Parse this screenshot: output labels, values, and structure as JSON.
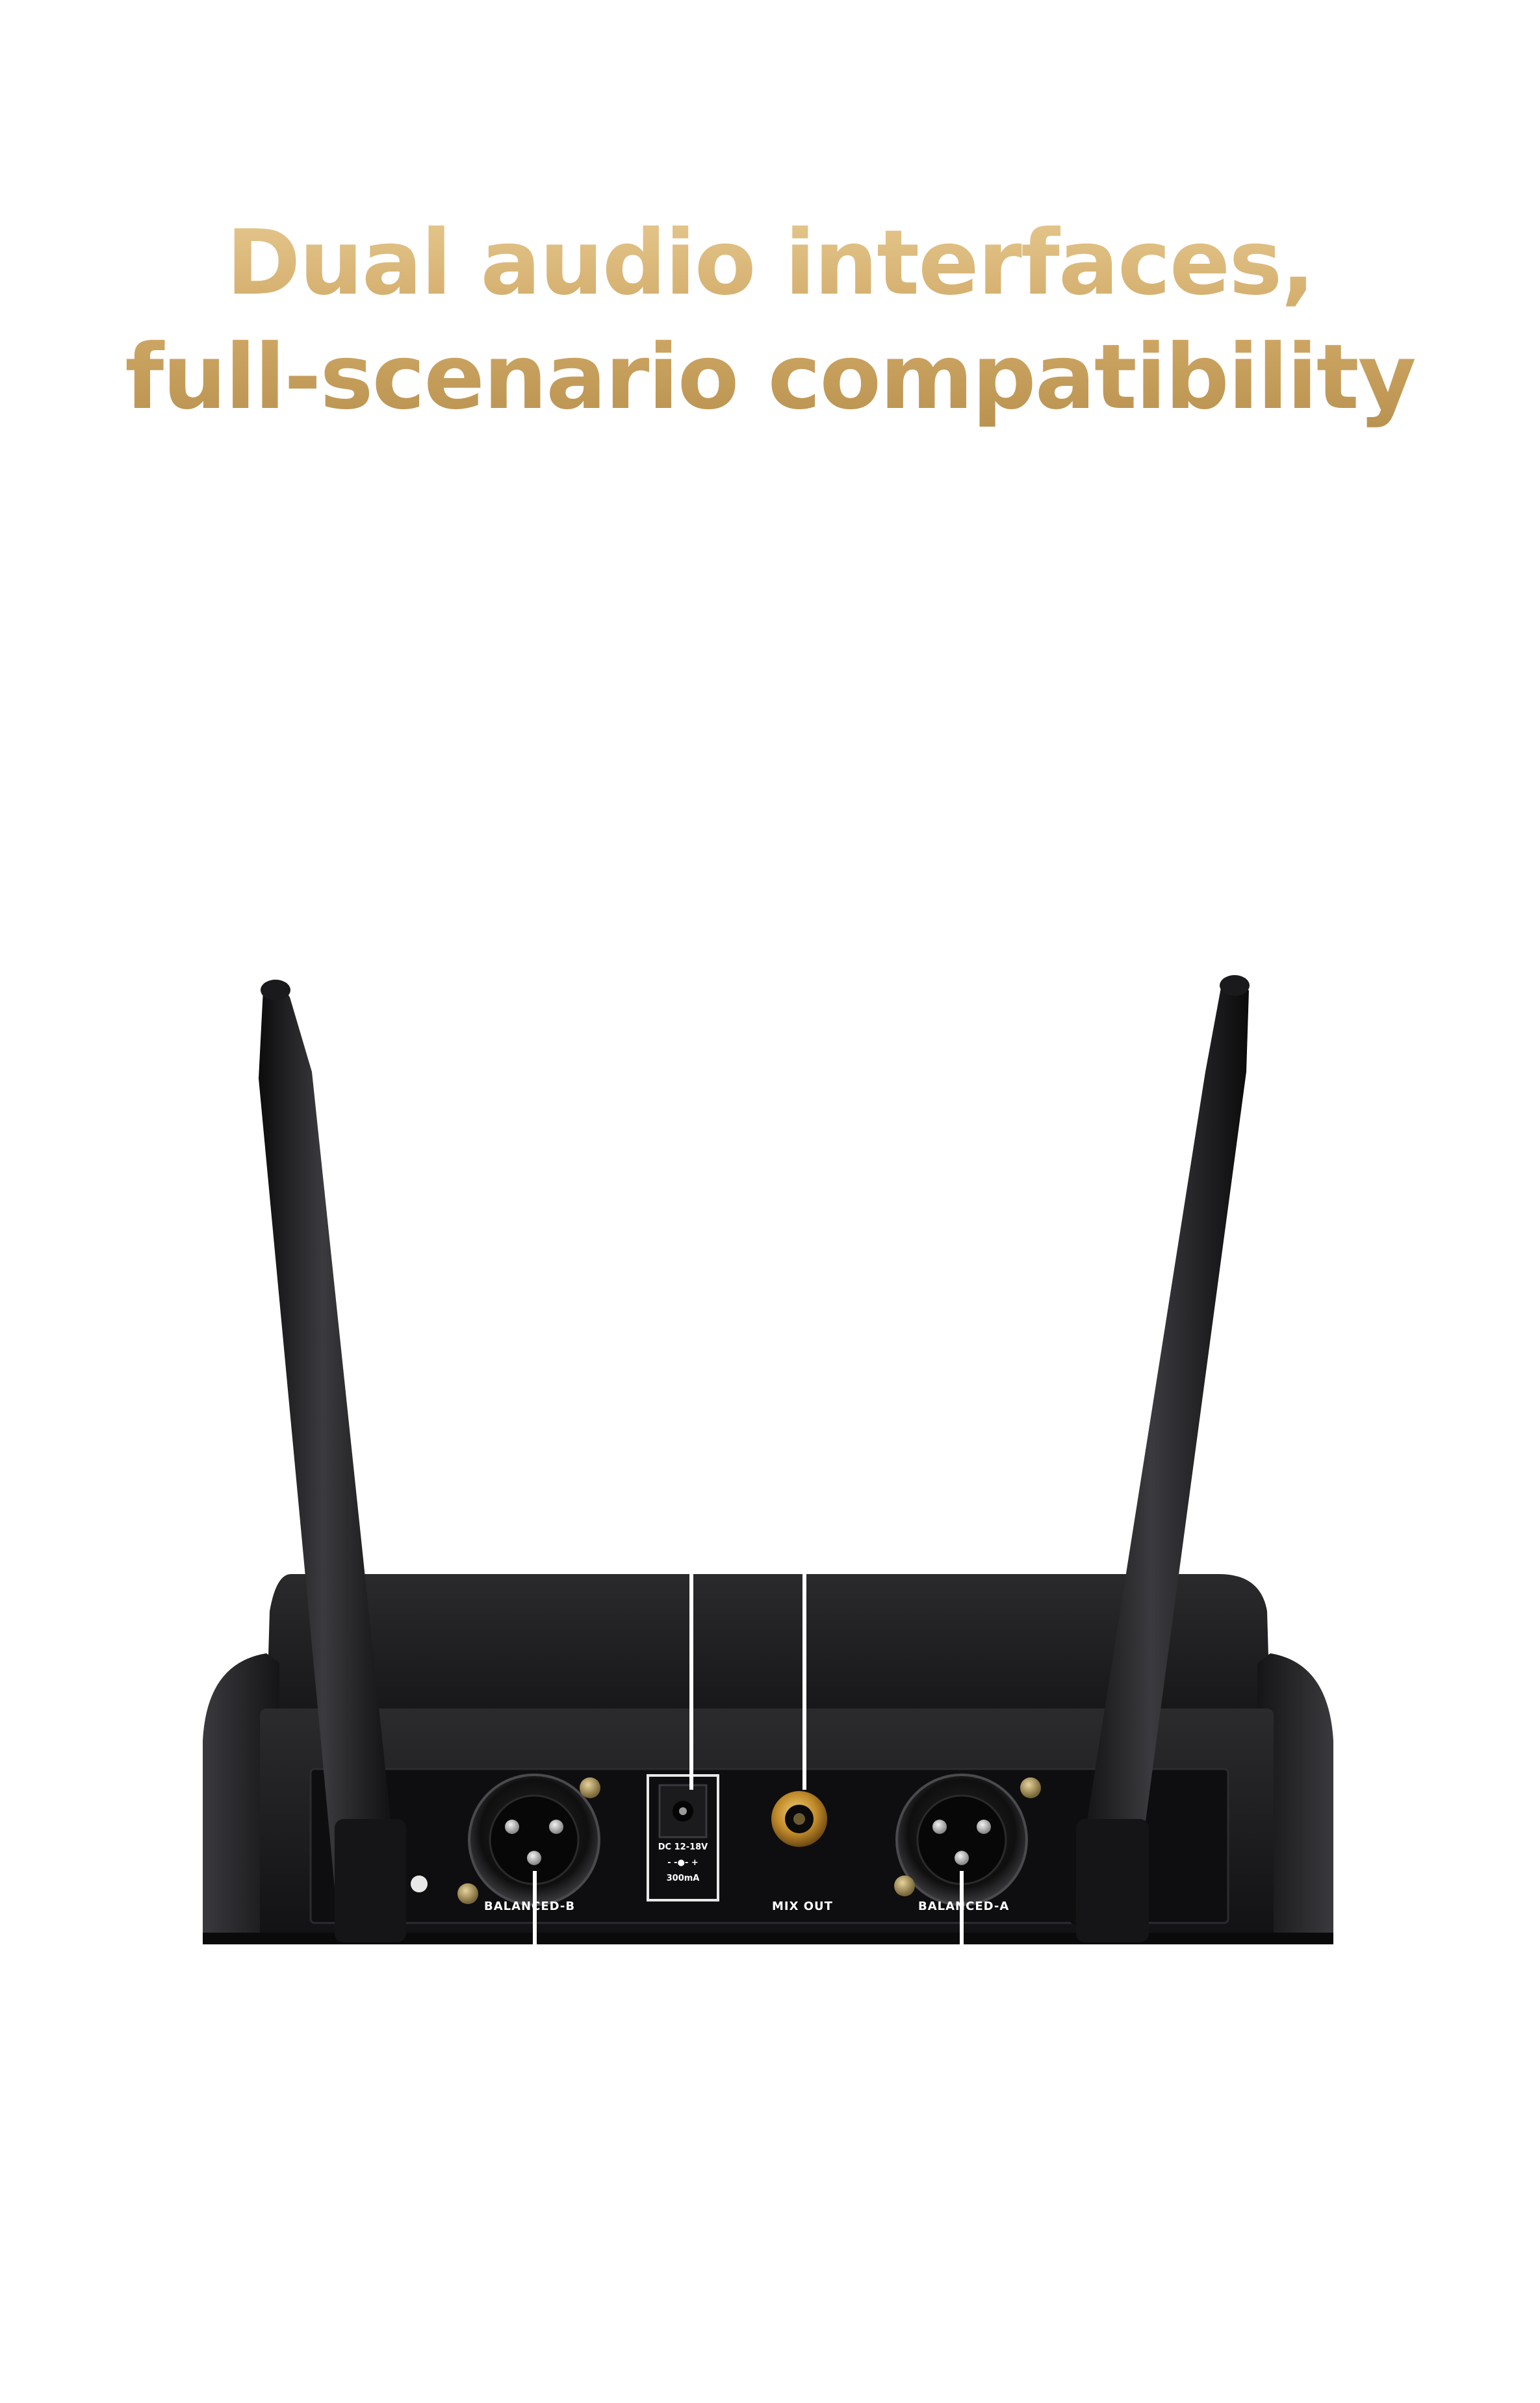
{
  "headline": {
    "line1": "Dual audio interfaces,",
    "line2": "full-scenario compatibility"
  },
  "colors": {
    "headline_gold": "#d5b072",
    "device_body": "#1c1c1e",
    "panel": "#0e0e10",
    "callout_line": "#ffffff"
  },
  "device": {
    "port_labels": {
      "balanced_b": "BALANCED-B",
      "mix_out": "MIX OUT",
      "balanced_a": "BALANCED-A"
    },
    "dc_jack": {
      "voltage": "DC 12-18V",
      "polarity": "- -●- +",
      "current": "300mA"
    },
    "icons": [
      "antenna-left-icon",
      "antenna-right-icon",
      "xlr-connector-icon",
      "dc-jack-icon",
      "quarter-inch-jack-icon",
      "screw-icon"
    ]
  }
}
